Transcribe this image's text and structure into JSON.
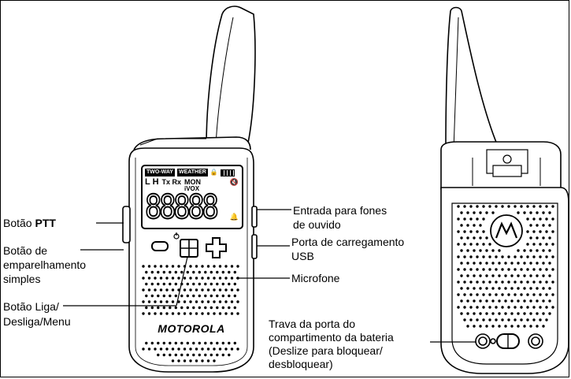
{
  "brand": "MOTOROLA",
  "lcd": {
    "two_way": "TWO-WAY",
    "weather": "WEATHER",
    "lh": "L H",
    "txrx": "Tx Rx",
    "mon": "MON",
    "vox": "iVOX",
    "digits": "88888"
  },
  "labels": {
    "ptt_prefix": "Botão",
    "ptt_bold": "PTT",
    "pairing_line1": "Botão de",
    "pairing_line2": "emparelhamento",
    "pairing_line3": "simples",
    "power_line1": "Botão Liga/",
    "power_line2": "Desliga/Menu",
    "headphone_line1": "Entrada para fones",
    "headphone_line2": "de ouvido",
    "usb_line1": "Porta de carregamento",
    "usb_line2": "USB",
    "mic": "Microfone",
    "latch_line1": "Trava da porta do",
    "latch_line2": "compartimento da bateria",
    "latch_line3": "(Deslize para bloquear/",
    "latch_line4": "desbloquear)"
  }
}
